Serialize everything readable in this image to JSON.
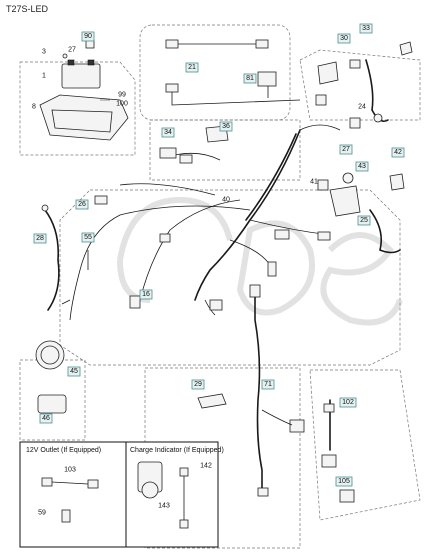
{
  "model": "T27S-LED",
  "callouts": [
    {
      "id": "c90",
      "label": "90"
    },
    {
      "id": "c27a",
      "label": "27"
    },
    {
      "id": "c3",
      "label": "3"
    },
    {
      "id": "c1",
      "label": "1"
    },
    {
      "id": "c99",
      "label": "99"
    },
    {
      "id": "c100",
      "label": "100"
    },
    {
      "id": "c8",
      "label": "8"
    },
    {
      "id": "c21",
      "label": "21"
    },
    {
      "id": "c81",
      "label": "81"
    },
    {
      "id": "c30",
      "label": "30"
    },
    {
      "id": "c33",
      "label": "33"
    },
    {
      "id": "c24",
      "label": "24"
    },
    {
      "id": "c34",
      "label": "34"
    },
    {
      "id": "c36",
      "label": "36"
    },
    {
      "id": "c27b",
      "label": "27"
    },
    {
      "id": "c43",
      "label": "43"
    },
    {
      "id": "c42",
      "label": "42"
    },
    {
      "id": "c41",
      "label": "41"
    },
    {
      "id": "c25",
      "label": "25"
    },
    {
      "id": "c26",
      "label": "26"
    },
    {
      "id": "c40",
      "label": "40"
    },
    {
      "id": "c28",
      "label": "28"
    },
    {
      "id": "c55",
      "label": "55"
    },
    {
      "id": "c16",
      "label": "16"
    },
    {
      "id": "c45",
      "label": "45"
    },
    {
      "id": "c46",
      "label": "46"
    },
    {
      "id": "c29",
      "label": "29"
    },
    {
      "id": "c71",
      "label": "71"
    },
    {
      "id": "c102",
      "label": "102"
    },
    {
      "id": "c105",
      "label": "105"
    },
    {
      "id": "c142",
      "label": "142"
    },
    {
      "id": "c143",
      "label": "143"
    },
    {
      "id": "c103",
      "label": "103"
    },
    {
      "id": "c59",
      "label": "59"
    }
  ],
  "insets": {
    "outlet_title": "12V Outlet (If Equipped)",
    "charge_title": "Charge Indicator (If Equipped)"
  }
}
